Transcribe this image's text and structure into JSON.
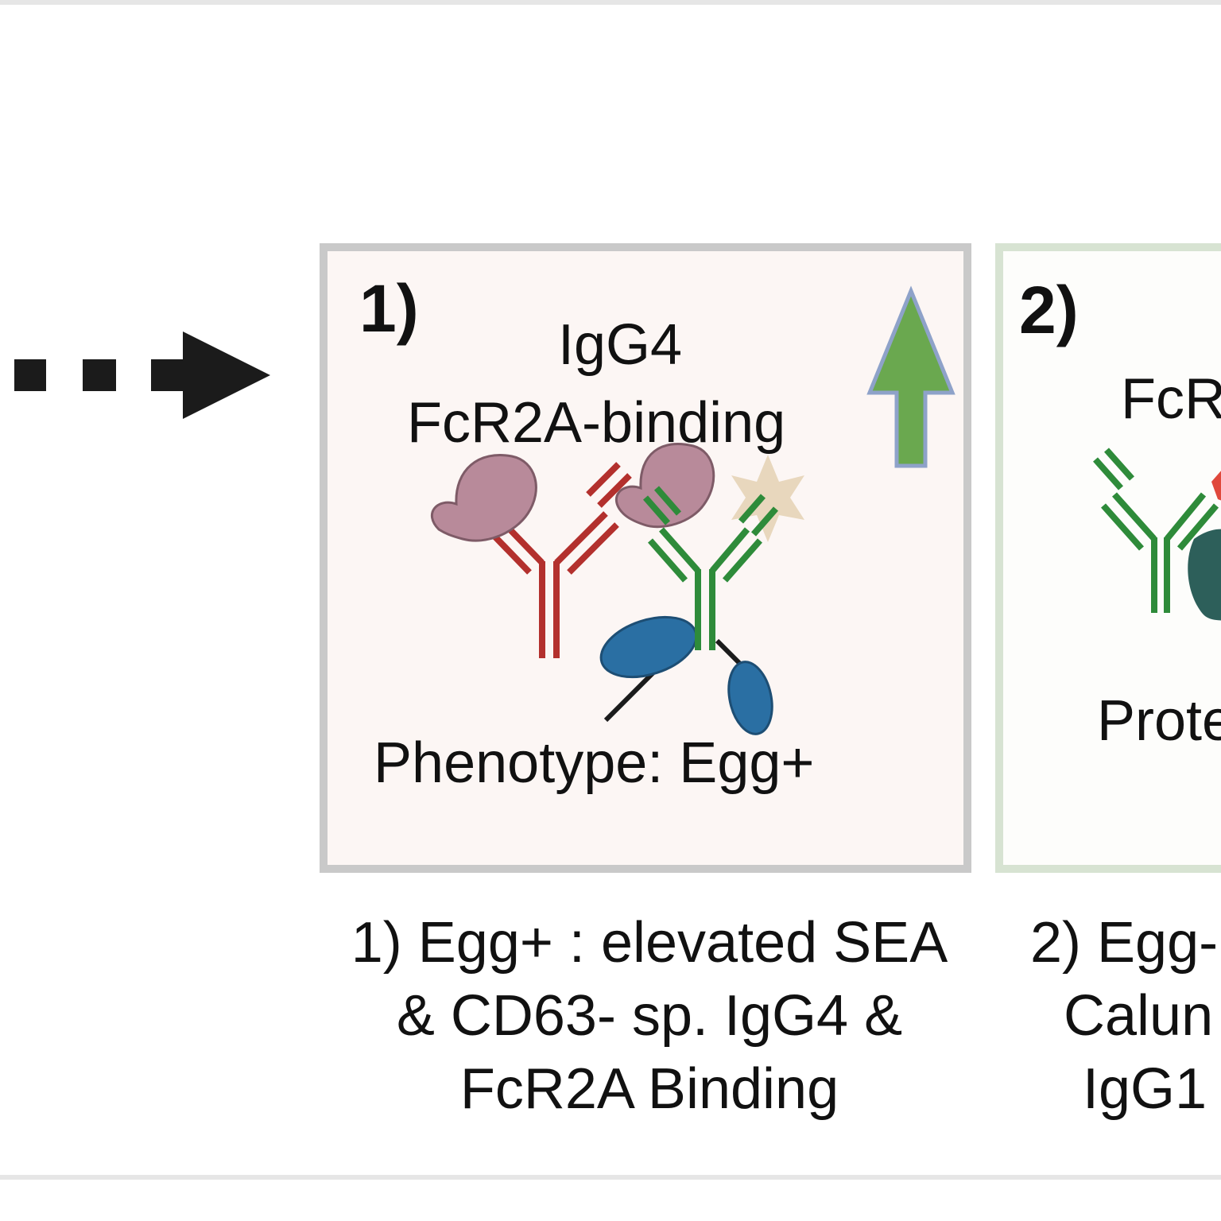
{
  "panel_1": {
    "number": "1)",
    "title_line_1": "IgG4",
    "title_line_2": "FcR2A-binding",
    "phenotype": "Phenotype: Egg+",
    "arrow_direction": "up",
    "caption_lines": [
      "1) Egg+ : elevated SEA",
      "& CD63- sp. IgG4 &",
      "FcR2A Binding"
    ]
  },
  "panel_2": {
    "number": "2)",
    "title_partial": "FcR",
    "phenotype_partial": "Prote",
    "caption_lines": [
      "2) Egg-",
      "Calun",
      "IgG1"
    ]
  },
  "colors": {
    "panel_1_border": "#c9c9c9",
    "panel_2_border": "#d7e3d2",
    "antibody_red": "#b3302d",
    "antibody_green": "#2e8b3a",
    "antigen_pink": "#b88a9a",
    "star_tan": "#e8d7bd",
    "receptor_blue": "#2a6fa3",
    "up_arrow_green": "#6aa84f"
  }
}
